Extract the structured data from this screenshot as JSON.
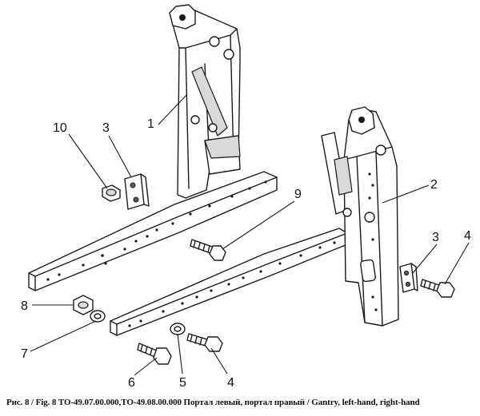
{
  "callouts": [
    {
      "id": "10",
      "label": "10"
    },
    {
      "id": "3a",
      "label": "3"
    },
    {
      "id": "1",
      "label": "1"
    },
    {
      "id": "9",
      "label": "9"
    },
    {
      "id": "2",
      "label": "2"
    },
    {
      "id": "3b",
      "label": "3"
    },
    {
      "id": "4a",
      "label": "4"
    },
    {
      "id": "8",
      "label": "8"
    },
    {
      "id": "7",
      "label": "7"
    },
    {
      "id": "6",
      "label": "6"
    },
    {
      "id": "5",
      "label": "5"
    },
    {
      "id": "4b",
      "label": "4"
    }
  ],
  "caption": "Рис. 8 / Fig. 8      ТО-49.07.00.000,ТО-49.08.00.000   Портал левый, портал правый / Gantry, left-hand, right-hand"
}
